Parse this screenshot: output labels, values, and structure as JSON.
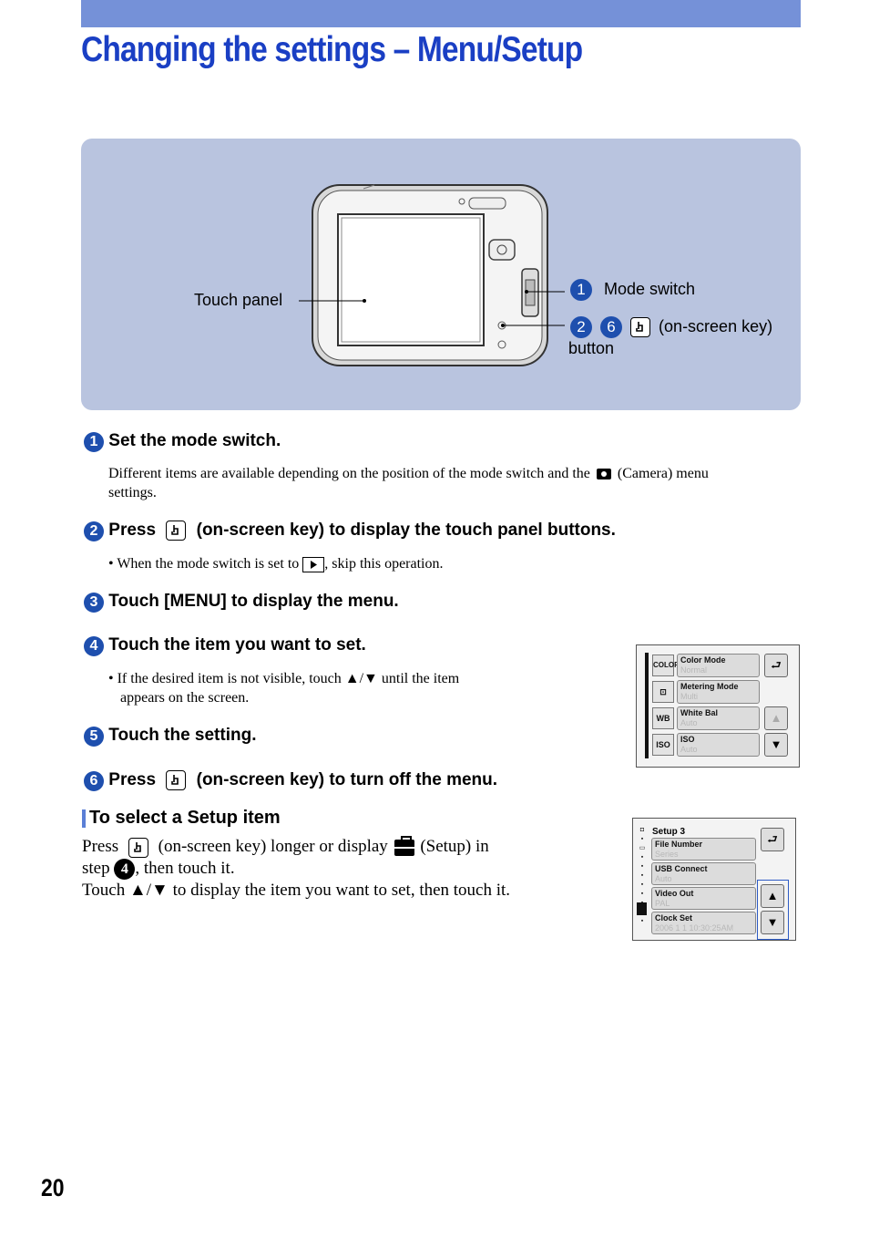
{
  "page": {
    "title": "Changing the settings – Menu/Setup",
    "number": "20"
  },
  "figure": {
    "touch_panel_label": "Touch panel",
    "mode_switch_num": "1",
    "mode_switch_label": "Mode switch",
    "key_num_a": "2",
    "key_num_b": "6",
    "key_label": "(on-screen key)",
    "key_label_2": "button"
  },
  "steps": [
    {
      "num": "1",
      "title": "Set the mode switch.",
      "body_a": "Different items are available depending on the position of the mode switch and the",
      "body_b": "(Camera) menu",
      "body_c": "settings."
    },
    {
      "num": "2",
      "title_a": "Press",
      "title_b": "(on-screen key) to display the touch panel buttons.",
      "bullet_a": "• When the mode switch is set to",
      "bullet_b": ", skip this operation."
    },
    {
      "num": "3",
      "title": "Touch [MENU] to display the menu."
    },
    {
      "num": "4",
      "title": "Touch the item you want to set.",
      "bullet_a": "• If the desired item is not visible, touch ▲/▼ until the item",
      "bullet_b": "appears on the screen."
    },
    {
      "num": "5",
      "title": "Touch the setting."
    },
    {
      "num": "6",
      "title_a": "Press",
      "title_b": "(on-screen key) to turn off the menu."
    }
  ],
  "setup": {
    "heading": "To select a Setup item",
    "line1_a": "Press",
    "line1_b": "(on-screen key) longer or display",
    "line1_c": "(Setup) in",
    "line2_a": "step",
    "line2_num": "4",
    "line2_b": ", then touch it.",
    "line3": "Touch ▲/▼ to display the item you want to set, then touch it."
  },
  "menu_screen": {
    "items": [
      {
        "icon": "COLOR",
        "name": "Color Mode",
        "value": "Normal"
      },
      {
        "icon": "⊡",
        "name": "Metering Mode",
        "value": "Multi"
      },
      {
        "icon": "WB",
        "name": "White Bal",
        "value": "Auto"
      },
      {
        "icon": "ISO",
        "name": "ISO",
        "value": "Auto"
      }
    ],
    "back": "⮐",
    "up": "▲",
    "down": "▼"
  },
  "setup_screen": {
    "title": "Setup 3",
    "items": [
      {
        "name": "File Number",
        "value": "Series"
      },
      {
        "name": "USB Connect",
        "value": "Auto"
      },
      {
        "name": "Video Out",
        "value": "PAL"
      },
      {
        "name": "Clock Set",
        "value": "2006  1  1  10:30:25AM"
      }
    ],
    "back": "⮐",
    "up": "▲",
    "down": "▼"
  }
}
